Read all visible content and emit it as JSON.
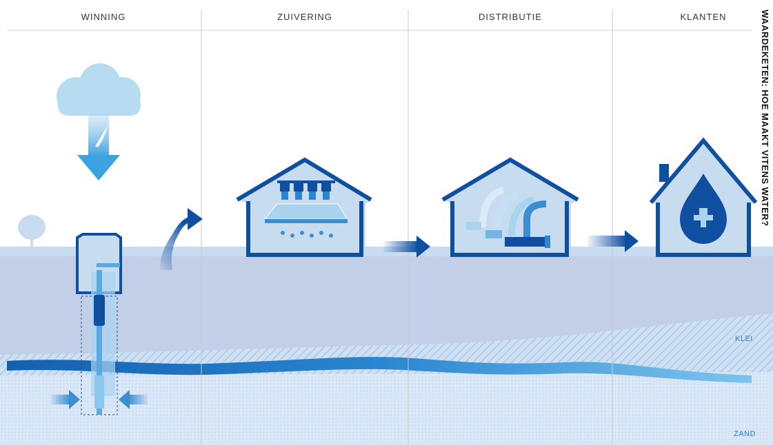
{
  "side_title": "WAARDEKETEN: HOE MAAKT VITENS WATER?",
  "columns": [
    {
      "label": "WINNING"
    },
    {
      "label": "ZUIVERING"
    },
    {
      "label": "DISTRIBUTIE"
    },
    {
      "label": "KLANTEN"
    }
  ],
  "layers": {
    "klei": "KLEI",
    "zand": "ZAND"
  },
  "colors": {
    "primary_blue": "#0f4fa0",
    "mid_blue": "#3b8fd0",
    "light_blue": "#a9d3ef",
    "surface": "#c8dcf0",
    "soil": "#c3cfe6",
    "aquifer_dark": "#1a6fc0",
    "sand": "#dbe8f6"
  },
  "icons": [
    "cloud-icon",
    "rain-arrow-icon",
    "tree-icon",
    "well-pump-icon",
    "curved-arrow-icon",
    "treatment-house-icon",
    "flow-arrow-icon",
    "distribution-house-icon",
    "customer-house-icon",
    "water-drop-tap-icon"
  ]
}
